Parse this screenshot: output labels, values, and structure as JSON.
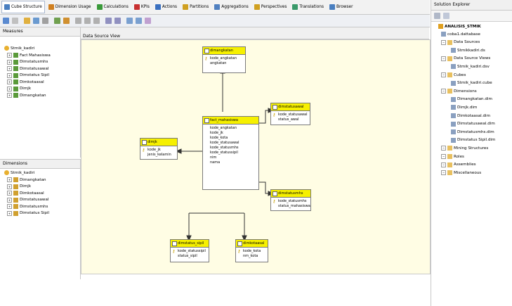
{
  "tabs": [
    {
      "label": "Cube Structure",
      "color": "#4a7fc0",
      "active": true
    },
    {
      "label": "Dimension Usage",
      "color": "#d08020"
    },
    {
      "label": "Calculations",
      "color": "#3a9a3a"
    },
    {
      "label": "KPIs",
      "color": "#c83030"
    },
    {
      "label": "Actions",
      "color": "#3a70c0"
    },
    {
      "label": "Partitions",
      "color": "#d0a020"
    },
    {
      "label": "Aggregations",
      "color": "#5080c0"
    },
    {
      "label": "Perspectives",
      "color": "#d0a020"
    },
    {
      "label": "Translations",
      "color": "#3a9a6a"
    },
    {
      "label": "Browser",
      "color": "#4a7fc0"
    }
  ],
  "measures": {
    "header": "Measures",
    "root": "Stmik_kadiri",
    "items": [
      "Fact Mahasiswa",
      "Dimstatusmhs",
      "Dimstatusawal",
      "Dimstatus Sipil",
      "Dimkotaasal",
      "Dimjk",
      "Dimangkatan"
    ]
  },
  "dimensions": {
    "header": "Dimensions",
    "root": "Stmik_kadiri",
    "items": [
      "Dimangkatan",
      "Dimjk",
      "Dimkotaasal",
      "Dimstatusawal",
      "Dimstatusmhs",
      "Dimstatus Sipil"
    ]
  },
  "dsv": {
    "header": "Data Source View"
  },
  "tables": {
    "fact": {
      "name": "fact_mahasiswa",
      "rows": [
        "kode_angkatan",
        "kode_jk",
        "kode_kota",
        "kode_statusawal",
        "kode_statusmhs",
        "kode_statussipil",
        "nim",
        "nama"
      ]
    },
    "angkatan": {
      "name": "dimangkatan",
      "key": "kode_angkatan",
      "rows": [
        "angkatan"
      ]
    },
    "statusawal": {
      "name": "dimstatusawal",
      "key": "kode_statusawal",
      "rows": [
        "status_awal"
      ]
    },
    "jk": {
      "name": "dimjk",
      "key": "kode_jk",
      "rows": [
        "jenis_kelamin"
      ]
    },
    "statusmhs": {
      "name": "dimstatusmhs",
      "key": "kode_statusmhs",
      "rows": [
        "status_mahasiswa"
      ]
    },
    "sipil": {
      "name": "dimstatus_sipil",
      "key": "kode_statussipil",
      "rows": [
        "status_sipil"
      ]
    },
    "kota": {
      "name": "dimkotaasal",
      "key": "kode_kota",
      "rows": [
        "nm_kota"
      ]
    }
  },
  "solution": {
    "title": "Solution Explorer",
    "project": "ANALISIS_STMIK",
    "items": [
      {
        "label": "coba1.dattabase",
        "level": 1
      },
      {
        "label": "Data Sources",
        "level": 1,
        "folder": true
      },
      {
        "label": "Stmikkadiri.ds",
        "level": 2
      },
      {
        "label": "Data Source Views",
        "level": 1,
        "folder": true
      },
      {
        "label": "Stmik_kadiri.dsv",
        "level": 2
      },
      {
        "label": "Cubes",
        "level": 1,
        "folder": true
      },
      {
        "label": "Stmik_kadiri.cube",
        "level": 2
      },
      {
        "label": "Dimensions",
        "level": 1,
        "folder": true
      },
      {
        "label": "Dimangkatan.dim",
        "level": 2
      },
      {
        "label": "Dimjk.dim",
        "level": 2
      },
      {
        "label": "Dimkotaasal.dim",
        "level": 2
      },
      {
        "label": "Dimstatusawal.dim",
        "level": 2
      },
      {
        "label": "Dimstatusmhs.dim",
        "level": 2
      },
      {
        "label": "Dimstatus Sipil.dim",
        "level": 2
      },
      {
        "label": "Mining Structures",
        "level": 1,
        "folder": true
      },
      {
        "label": "Roles",
        "level": 1,
        "folder": true
      },
      {
        "label": "Assemblies",
        "level": 1,
        "folder": true
      },
      {
        "label": "Miscellaneous",
        "level": 1,
        "folder": true
      }
    ]
  }
}
